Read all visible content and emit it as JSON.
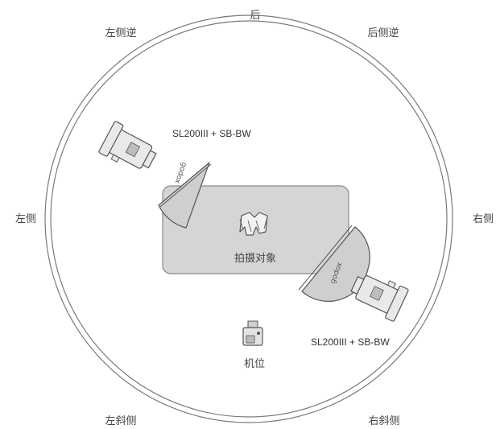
{
  "positions": {
    "back": "后",
    "left_back": "左侧逆",
    "right_back": "后侧逆",
    "left": "左侧",
    "right": "右侧",
    "left_front": "左斜侧",
    "right_front": "右斜侧"
  },
  "subject": {
    "label": "拍摄对象"
  },
  "camera": {
    "label": "机位"
  },
  "lights": [
    {
      "label": "SL200III + SB-BW",
      "brand": "godox"
    },
    {
      "label": "SL200III + SB-BW",
      "brand": "godox"
    }
  ],
  "colors": {
    "ring": "#7a7a7a",
    "table_fill": "#d5d5d5",
    "table_stroke": "#8a8a8a",
    "softbox_fill": "#cfcfcf",
    "light_body": "#e9e9e9",
    "line": "#555555"
  },
  "icons": {
    "subject": "shirt-icon",
    "camera": "camera-icon",
    "light": "led-light-icon"
  }
}
